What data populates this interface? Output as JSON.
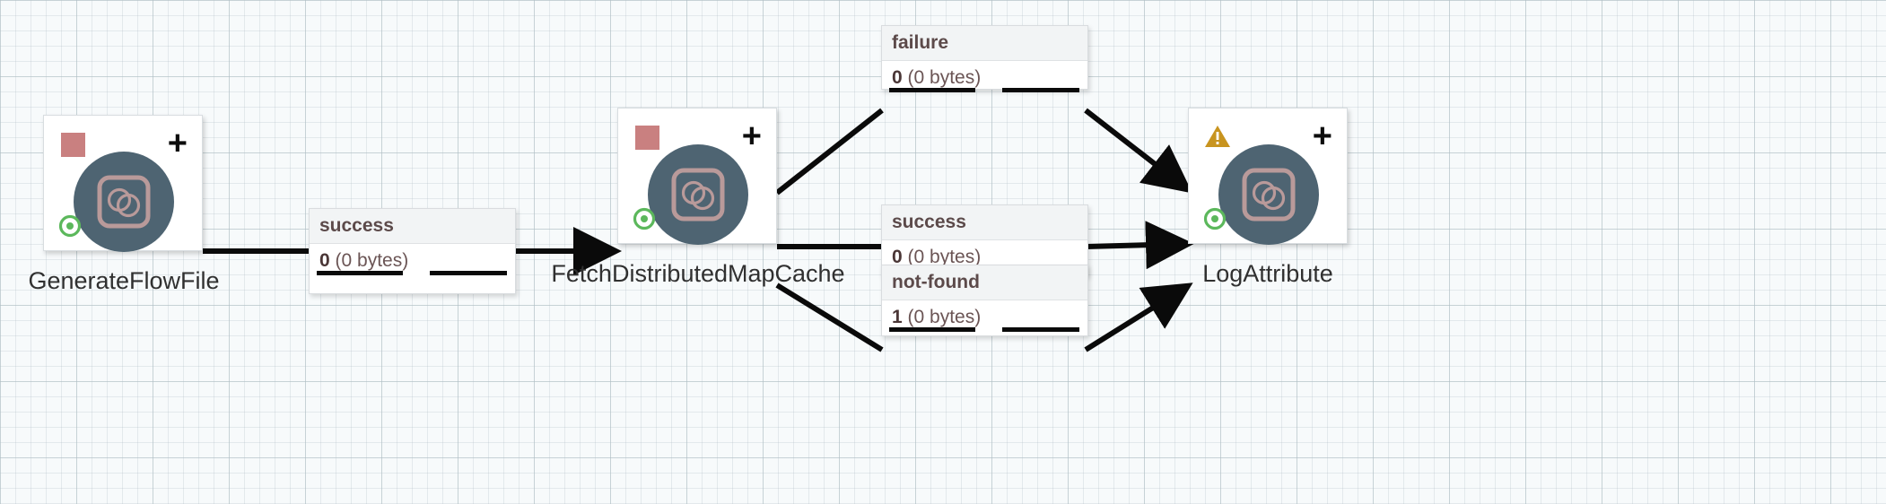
{
  "canvas": {
    "background_color": "#f7fafb",
    "grid_color": "#b0bec5"
  },
  "theme": {
    "node_fill": "#ffffff",
    "disc_fill": "#4e6472",
    "icon_stroke": "#b99a9a",
    "stopped_badge": "#c98080",
    "warning_badge": "#c8941f",
    "running_indicator": "#5cb85c",
    "label_header_bg": "#f2f4f5",
    "label_text": "#5c4a4a",
    "edge_color": "#0a0a0a"
  },
  "processors": [
    {
      "id": "generate-flow-file",
      "name": "GenerateFlowFile",
      "status_badge": "stopped-square-icon",
      "add_label": "+",
      "indicator": "bullseye-icon",
      "type_icon": "processor-icon"
    },
    {
      "id": "fetch-distributed-map-cache",
      "name": "FetchDistributedMapCache",
      "status_badge": "stopped-square-icon",
      "add_label": "+",
      "indicator": "bullseye-icon",
      "type_icon": "processor-icon"
    },
    {
      "id": "log-attribute",
      "name": "LogAttribute",
      "status_badge": "warning-triangle-icon",
      "add_label": "+",
      "indicator": "bullseye-icon",
      "type_icon": "processor-icon"
    }
  ],
  "connections": [
    {
      "id": "conn-success-1",
      "relationship": "success",
      "queued_count": "0",
      "queued_size": "(0 bytes)",
      "source": "GenerateFlowFile",
      "destination": "FetchDistributedMapCache"
    },
    {
      "id": "conn-failure",
      "relationship": "failure",
      "queued_count": "0",
      "queued_size": "(0 bytes)",
      "source": "FetchDistributedMapCache",
      "destination": "LogAttribute"
    },
    {
      "id": "conn-success-2",
      "relationship": "success",
      "queued_count": "0",
      "queued_size": "(0 bytes)",
      "source": "FetchDistributedMapCache",
      "destination": "LogAttribute"
    },
    {
      "id": "conn-not-found",
      "relationship": "not-found",
      "queued_count": "1",
      "queued_size": "(0 bytes)",
      "source": "FetchDistributedMapCache",
      "destination": "LogAttribute"
    }
  ]
}
